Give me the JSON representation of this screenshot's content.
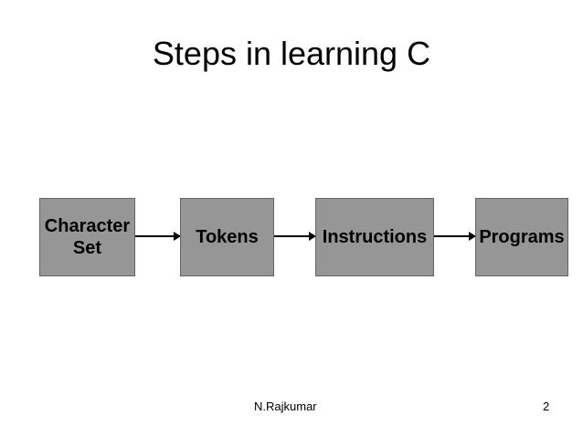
{
  "slide": {
    "title": "Steps in learning C",
    "background_color": "#ffffff"
  },
  "diagram": {
    "type": "flowchart",
    "orientation": "left-to-right",
    "box_fill_color": "#969696",
    "box_border_color": "#646464",
    "arrow_color": "#000000",
    "boxes": [
      {
        "id": "character-set",
        "label": "Character\nSet"
      },
      {
        "id": "tokens",
        "label": "Tokens"
      },
      {
        "id": "instructions",
        "label": "Instructions"
      },
      {
        "id": "programs",
        "label": "Programs"
      }
    ],
    "arrows": [
      {
        "id": "arrow-1",
        "from": "character-set",
        "to": "tokens"
      },
      {
        "id": "arrow-2",
        "from": "tokens",
        "to": "instructions"
      },
      {
        "id": "arrow-3",
        "from": "instructions",
        "to": "programs"
      }
    ]
  },
  "footer": {
    "author": "N.Rajkumar",
    "page_number": "2"
  }
}
